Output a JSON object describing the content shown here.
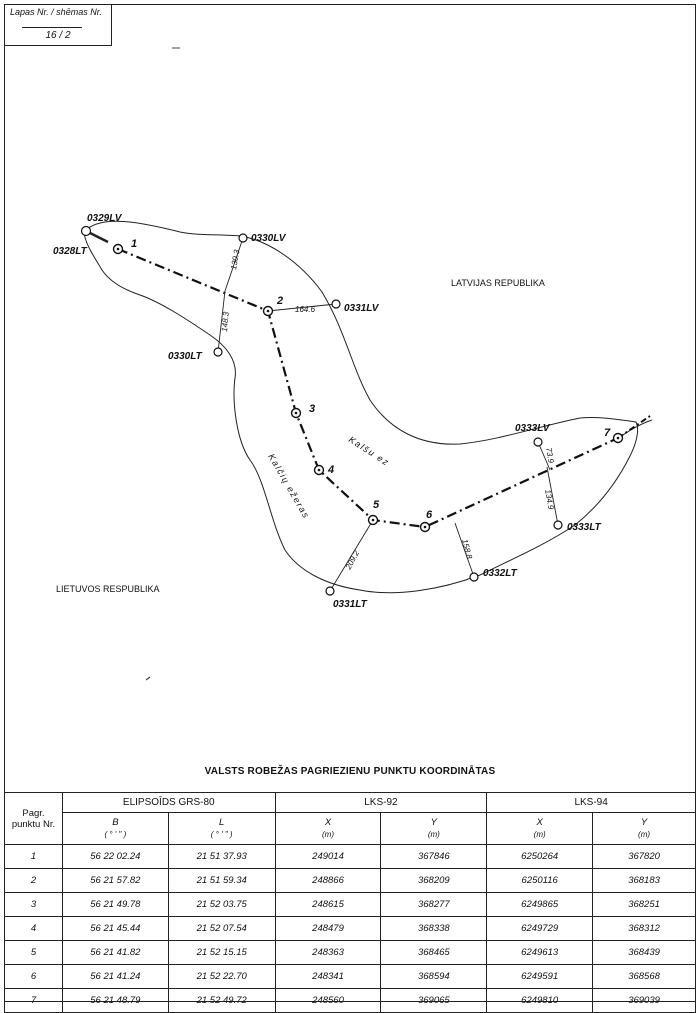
{
  "sheet": {
    "label": "Lapas Nr. / shēmas Nr.",
    "value": "16 / 2"
  },
  "map": {
    "country_lv": "LATVIJAS  REPUBLIKA",
    "country_lt": "LIETUVOS  RESPUBLIKA",
    "lake_lv": "Kalšu  ez",
    "lake_lt": "Kalčių  ežeras",
    "turn_points": [
      "1",
      "2",
      "3",
      "4",
      "5",
      "6",
      "7"
    ],
    "markers": [
      "0328LT",
      "0329LV",
      "0330LV",
      "0330LT",
      "0331LV",
      "0331LT",
      "0332LT",
      "0333LV",
      "0333LT"
    ],
    "distances": [
      "130.3",
      "148.3",
      "164.6",
      "209.2",
      "158.8",
      "73.9",
      "134.9"
    ]
  },
  "table": {
    "title": "VALSTS ROBEŽAS PAGRIEZIENU PUNKTU KOORDINĀTAS",
    "col_point": "Pagr. punktu Nr.",
    "group_grs": "ELIPSOĪDS GRS-80",
    "group_lks92": "LKS-92",
    "group_lks94": "LKS-94",
    "h_B": "B",
    "u_B": "( °  '  \" )",
    "h_L": "L",
    "u_L": "( °  '  \" )",
    "h_X": "X",
    "u_X": "(m)",
    "h_Y": "Y",
    "u_Y": "(m)",
    "rows": [
      {
        "n": "1",
        "B": "56 22 02.24",
        "L": "21 51 37.93",
        "X92": "249014",
        "Y92": "367846",
        "X94": "6250264",
        "Y94": "367820"
      },
      {
        "n": "2",
        "B": "56 21 57.82",
        "L": "21 51 59.34",
        "X92": "248866",
        "Y92": "368209",
        "X94": "6250116",
        "Y94": "368183"
      },
      {
        "n": "3",
        "B": "56 21 49.78",
        "L": "21 52 03.75",
        "X92": "248615",
        "Y92": "368277",
        "X94": "6249865",
        "Y94": "368251"
      },
      {
        "n": "4",
        "B": "56 21 45.44",
        "L": "21 52 07.54",
        "X92": "248479",
        "Y92": "368338",
        "X94": "6249729",
        "Y94": "368312"
      },
      {
        "n": "5",
        "B": "56 21 41.82",
        "L": "21 52 15.15",
        "X92": "248363",
        "Y92": "368465",
        "X94": "6249613",
        "Y94": "368439"
      },
      {
        "n": "6",
        "B": "56 21 41.24",
        "L": "21 52 22.70",
        "X92": "248341",
        "Y92": "368594",
        "X94": "6249591",
        "Y94": "368568"
      },
      {
        "n": "7",
        "B": "56 21 48.79",
        "L": "21 52 49.72",
        "X92": "248560",
        "Y92": "369065",
        "X94": "6249810",
        "Y94": "369039"
      }
    ]
  }
}
